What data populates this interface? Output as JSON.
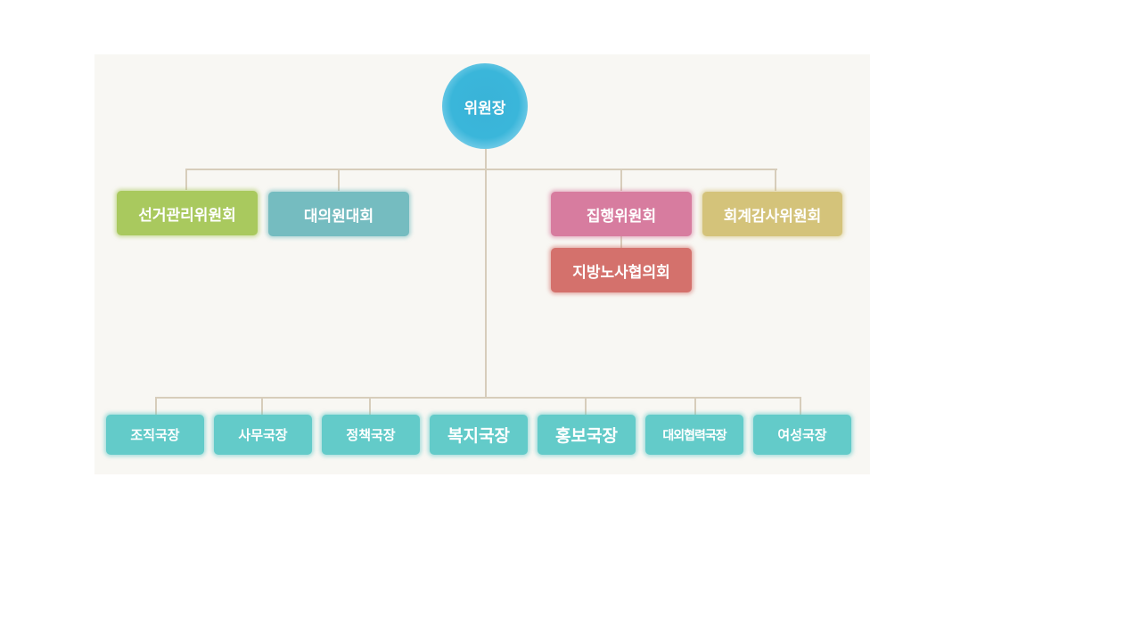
{
  "root": {
    "label": "위원장"
  },
  "upper_left": [
    {
      "label": "선거관리위원회"
    },
    {
      "label": "대의원대회"
    }
  ],
  "upper_right": [
    {
      "label": "집행위원회"
    },
    {
      "label": "회계감사위원회"
    }
  ],
  "sub_executive": {
    "label": "지방노사협의회"
  },
  "departments": [
    {
      "label": "조직국장"
    },
    {
      "label": "사무국장"
    },
    {
      "label": "정책국장"
    },
    {
      "label": "복지국장"
    },
    {
      "label": "홍보국장"
    },
    {
      "label": "대외협력국장"
    },
    {
      "label": "여성국장"
    }
  ],
  "colors": {
    "root": "#3ab6da",
    "election": "#a9c95e",
    "delegates": "#75bcc0",
    "executive": "#d77c9f",
    "audit": "#d4c37a",
    "labor_council": "#d4716c",
    "departments": "#63cbc9",
    "connector": "#d7cdbb",
    "background": "#f8f7f3"
  }
}
